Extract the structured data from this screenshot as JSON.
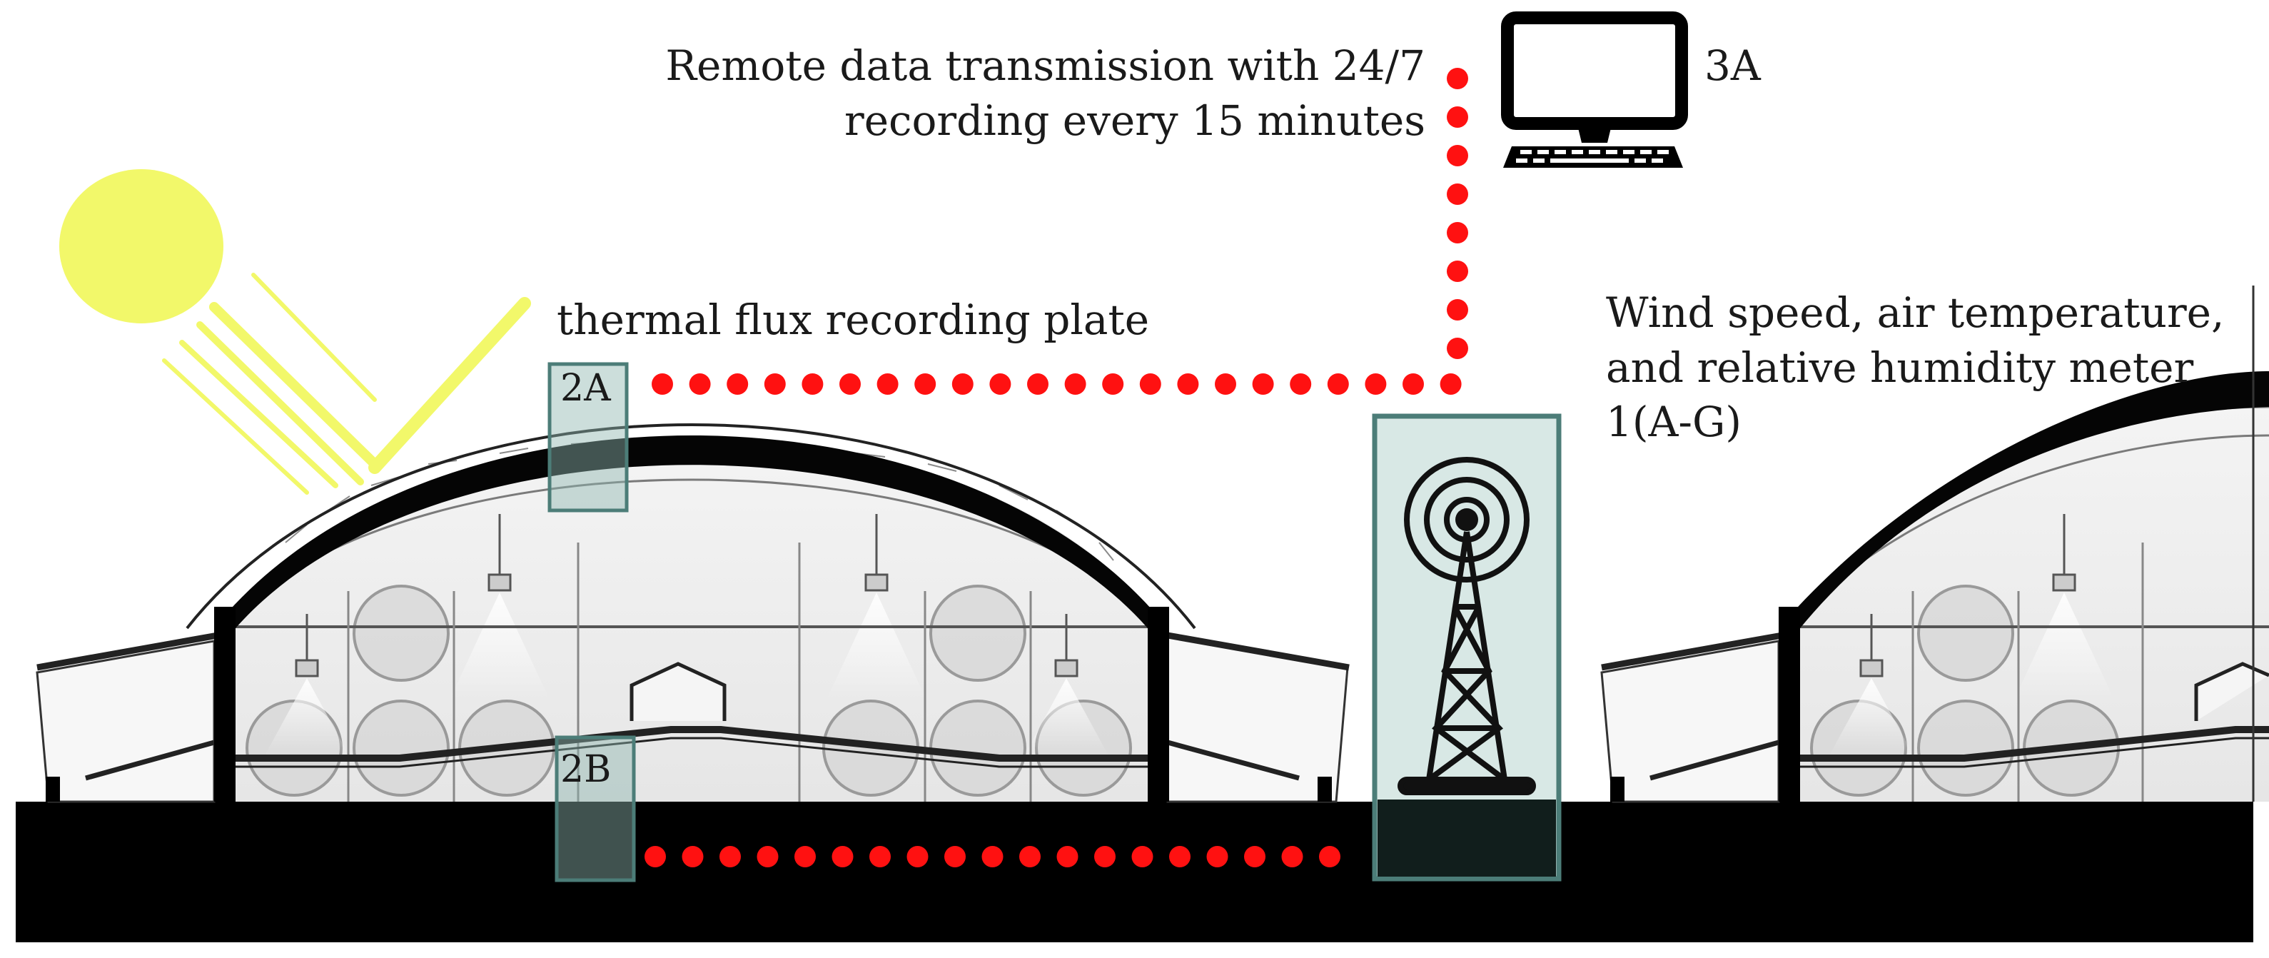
{
  "labels": {
    "transmission": [
      "Remote data transmission with 24/7",
      "recording every 15 minutes"
    ],
    "computer_id": "3A",
    "plate": "thermal flux recording plate",
    "sensor_top_id": "2A",
    "sensor_bottom_id": "2B",
    "meter": [
      "Wind speed, air temperature,",
      "and relative humidity meter",
      "1(A-G)"
    ]
  },
  "icons": {
    "sun": "sun-icon",
    "computer": "computer-icon",
    "antenna": "antenna-icon"
  },
  "colors": {
    "signal_dots": "#ff1111",
    "sun": "#f2f86a",
    "sensor_box": "#4c7d78",
    "ground": "#000000"
  }
}
